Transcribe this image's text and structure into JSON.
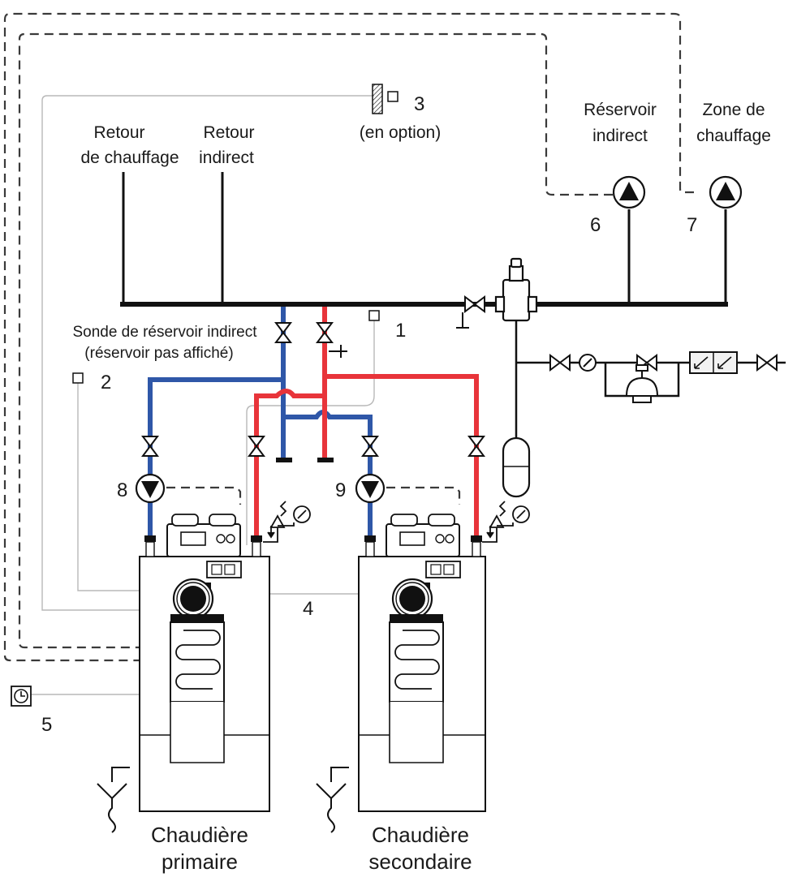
{
  "labels": {
    "heating_return": [
      "Retour",
      "de chauffage"
    ],
    "indirect_return": [
      "Retour",
      "indirect"
    ],
    "option": "(en option)",
    "indirect_tank": [
      "Réservoir",
      "indirect"
    ],
    "heating_zone": [
      "Zone de",
      "chauffage"
    ],
    "tank_sensor": [
      "Sonde de réservoir indirect",
      "(réservoir pas affiché)"
    ],
    "primary_boiler": [
      "Chaudière",
      "primaire"
    ],
    "secondary_boiler": [
      "Chaudière",
      "secondaire"
    ]
  },
  "numbers": {
    "n1": "1",
    "n2": "2",
    "n3": "3",
    "n4": "4",
    "n5": "5",
    "n6": "6",
    "n7": "7",
    "n8": "8",
    "n9": "9"
  },
  "colors": {
    "supply": "#e8343a",
    "return": "#2f57a8",
    "pipe": "#111111",
    "wire": "#b5b5b5",
    "control": "#3a3a3a"
  }
}
